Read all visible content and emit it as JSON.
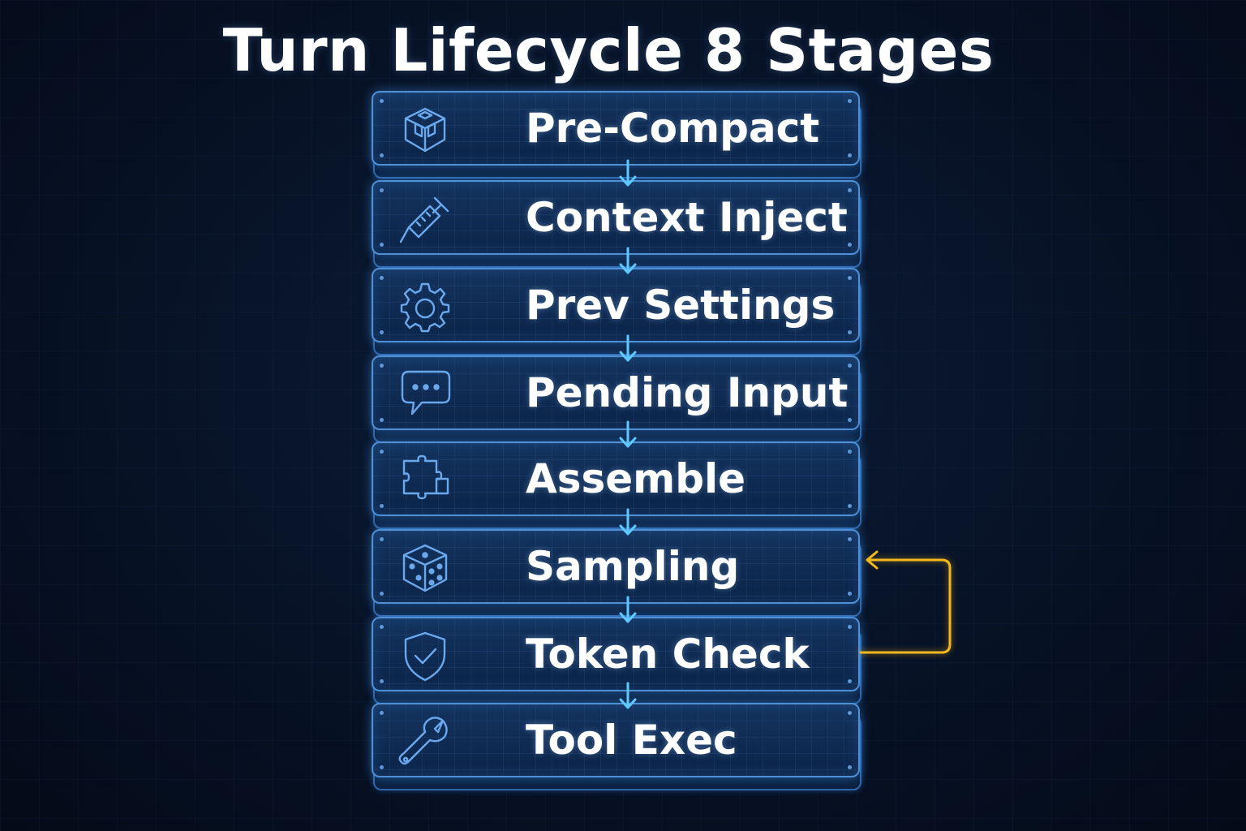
{
  "title": "Turn Lifecycle 8 Stages",
  "stages": [
    {
      "label": "Pre-Compact",
      "icon": "cube-icon"
    },
    {
      "label": "Context Inject",
      "icon": "syringe-icon"
    },
    {
      "label": "Prev Settings",
      "icon": "gear-icon"
    },
    {
      "label": "Pending Input",
      "icon": "chat-bubble-icon"
    },
    {
      "label": "Assemble",
      "icon": "puzzle-piece-icon"
    },
    {
      "label": "Sampling",
      "icon": "dice-icon"
    },
    {
      "label": "Token Check",
      "icon": "shield-check-icon"
    },
    {
      "label": "Tool Exec",
      "icon": "wrench-icon"
    }
  ],
  "loop": {
    "from": "Token Check",
    "to": "Sampling"
  },
  "colors": {
    "background": "#071226",
    "panel": "#13335e",
    "border": "#4f8fd6",
    "flow_arrow": "#5ec8ff",
    "loop_arrow": "#f5b81c",
    "text": "#ffffff"
  }
}
